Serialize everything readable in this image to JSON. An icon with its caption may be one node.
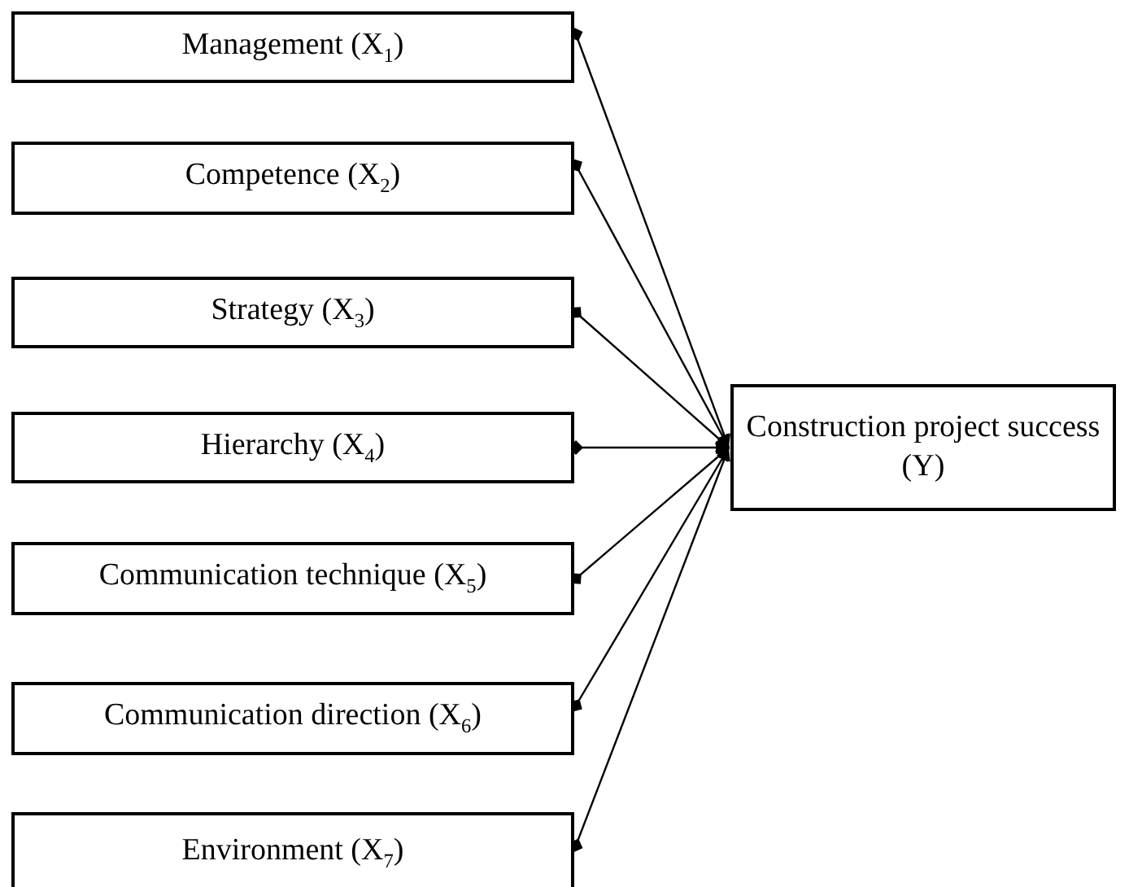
{
  "diagram": {
    "nodes": [
      {
        "text": [
          "Management (X$_{1}$)"
        ]
      },
      {
        "text": [
          "Competence (X$_{2}$)"
        ]
      },
      {
        "text": [
          "Strategy (X$_{3}$)"
        ]
      },
      {
        "text": [
          "Hierarchy (X$_{4}$)"
        ]
      },
      {
        "text": [
          "Communication technique (X$_{5}$)"
        ]
      },
      {
        "text": [
          "Communication direction (X$_{6}$)"
        ]
      },
      {
        "text": [
          "Environment (X$_{7}$)"
        ]
      },
      {
        "text": [
          "Construction project success (Y)"
        ]
      }
    ],
    "edges": [
      {
        "from": 0,
        "to": 7,
        "arrow": "to"
      },
      {
        "from": 1,
        "to": 7,
        "arrow": "to"
      },
      {
        "from": 2,
        "to": 7,
        "arrow": "to"
      },
      {
        "from": 3,
        "to": 7,
        "arrow": "to"
      },
      {
        "from": 4,
        "to": 7,
        "arrow": "to"
      },
      {
        "from": 5,
        "to": 7,
        "arrow": "to"
      },
      {
        "from": 6,
        "to": 7,
        "arrow": "to"
      }
    ]
  }
}
